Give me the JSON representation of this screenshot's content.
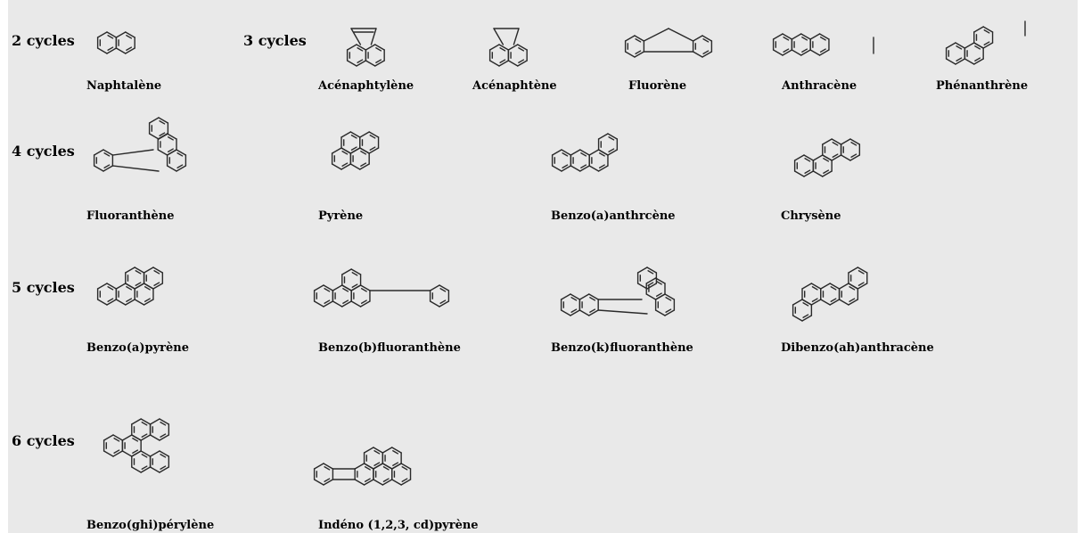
{
  "rows": [
    {
      "label": "2 cycles",
      "compounds": [
        "Naphtalène"
      ]
    },
    {
      "label": "3 cycles",
      "compounds": [
        "Acénaphtylène",
        "Acénaphtène",
        "Fluorène",
        "Anthracène",
        "Phénanthrène"
      ]
    },
    {
      "label": "4 cycles",
      "compounds": [
        "Fluoranthène",
        "Pyrène",
        "Benzo(a)anthrcène",
        "Chrysène"
      ]
    },
    {
      "label": "5 cycles",
      "compounds": [
        "Benzo(a)pyrène",
        "Benzo(b)fluoranthène",
        "Benzo(k)fluoranthène",
        "Dibenzo(ah)anthracène"
      ]
    },
    {
      "label": "6 cycles",
      "compounds": [
        "Benzo(ghi)pérylène",
        "Indéno (1,2,3, cd)pyrène"
      ]
    }
  ]
}
